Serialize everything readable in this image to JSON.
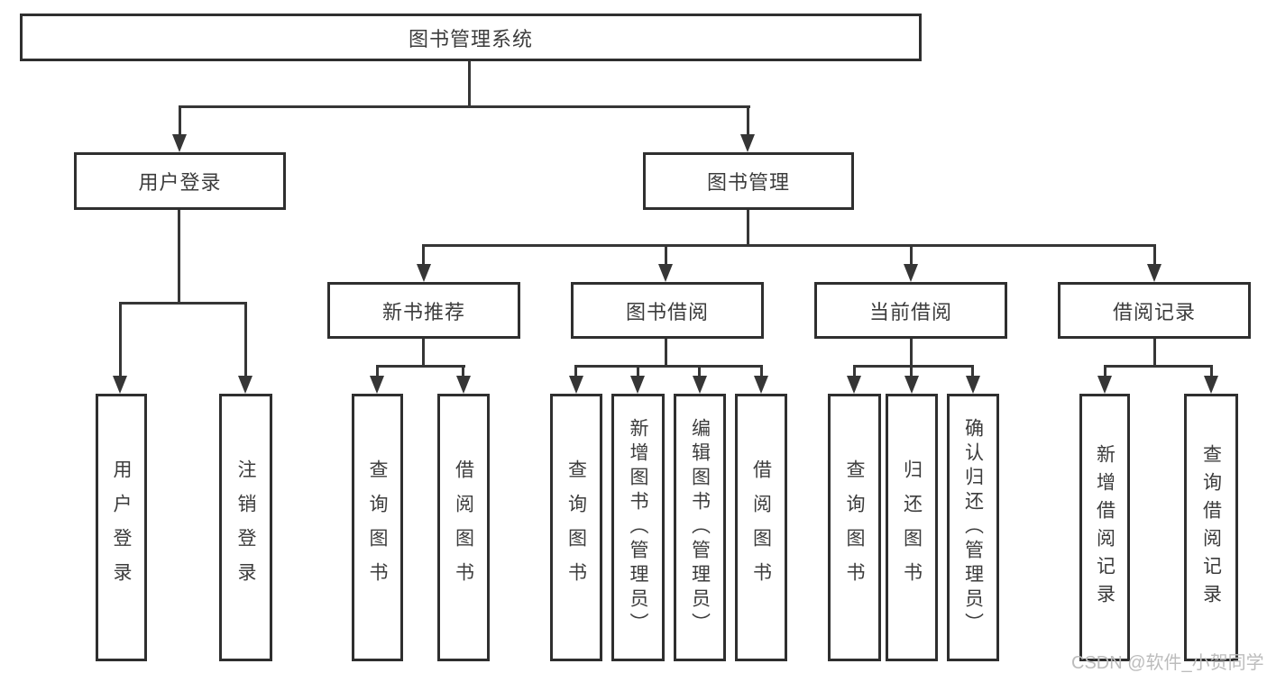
{
  "page": {
    "background": "#ffffff"
  },
  "colors": {
    "line": "#363636",
    "box_border": "#2f2f2f",
    "text": "#3c3c3c",
    "watermark": "#bcbcbc"
  },
  "root": {
    "label": "图书管理系统"
  },
  "level2": {
    "user_login": "用户登录",
    "book_management": "图书管理"
  },
  "level3": {
    "new_book_recommend": "新书推荐",
    "book_borrow": "图书借阅",
    "current_borrow": "当前借阅",
    "borrow_records": "借阅记录"
  },
  "leaves": {
    "user_login": "用户登录",
    "logout": "注销登录",
    "nb_query_books": "查询图书",
    "nb_borrow_books": "借阅图书",
    "bb_query_books": "查询图书",
    "bb_add_books_admin": "新增图书（管理员）",
    "bb_edit_books_admin": "编辑图书（管理员）",
    "bb_borrow_books": "借阅图书",
    "cb_query_books": "查询图书",
    "cb_return_books": "归还图书",
    "cb_confirm_return_admin": "确认归还（管理员）",
    "br_add_record": "新增借阅记录",
    "br_query_record": "查询借阅记录"
  },
  "watermark": "CSDN @软件_小贺同学"
}
